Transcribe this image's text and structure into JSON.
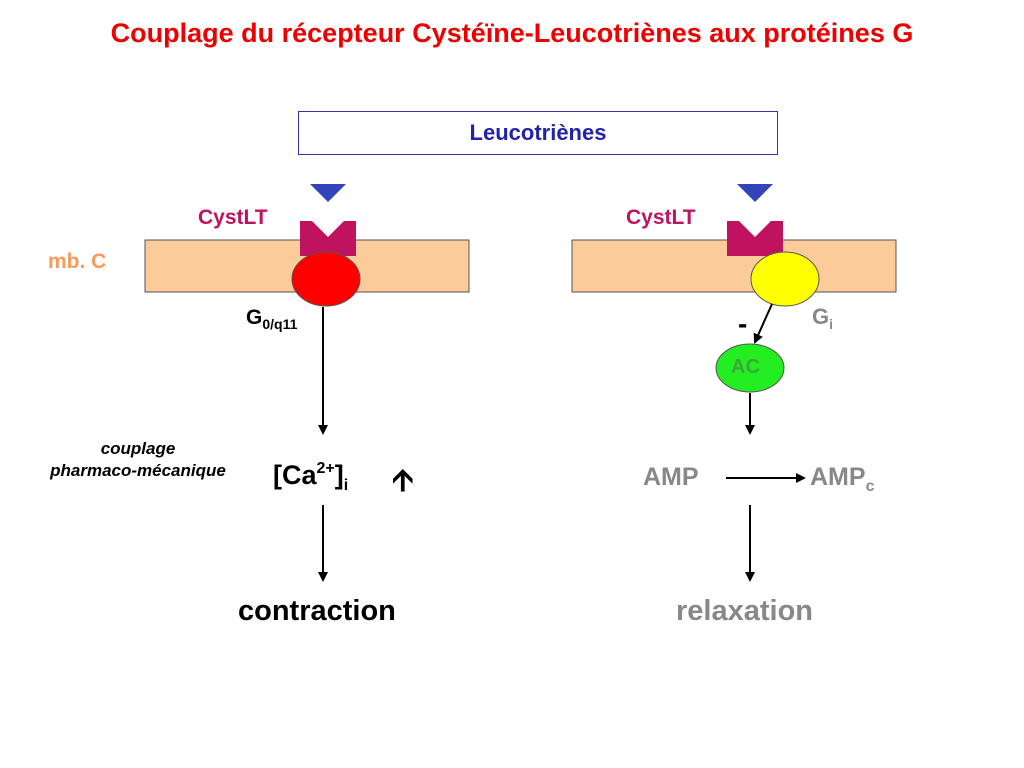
{
  "title": "Couplage du récepteur Cystéïne-Leucotriènes aux protéines G",
  "ligand_box": "Leucotriènes",
  "membrane_label": "mb. C",
  "left": {
    "receptor_label": "CystLT",
    "gprotein_main": "G",
    "gprotein_sub": "0/q11",
    "coupling_line1": "couplage",
    "coupling_line2": "pharmaco-mécanique",
    "calcium_main": "[Ca",
    "calcium_sup": "2+",
    "calcium_close": "]",
    "calcium_sub": "i",
    "increase_symbol": "🡩",
    "outcome": "contraction"
  },
  "right": {
    "receptor_label": "CystLT",
    "gprotein_main": "G",
    "gprotein_sub": "i",
    "inhibition_symbol": "-",
    "enzyme_label": "AC",
    "substrate": "AMP",
    "product_main": "AMP",
    "product_sub": "c",
    "outcome": "relaxation"
  },
  "colors": {
    "title": "#ee0000",
    "ligand": "#3344bb",
    "receptor": "#c0135f",
    "membrane": "#fbcb9a",
    "gq_protein": "#ff0000",
    "gi_protein": "#ffff00",
    "adenylate_cyclase": "#22ee22",
    "grey_text": "#888888"
  }
}
